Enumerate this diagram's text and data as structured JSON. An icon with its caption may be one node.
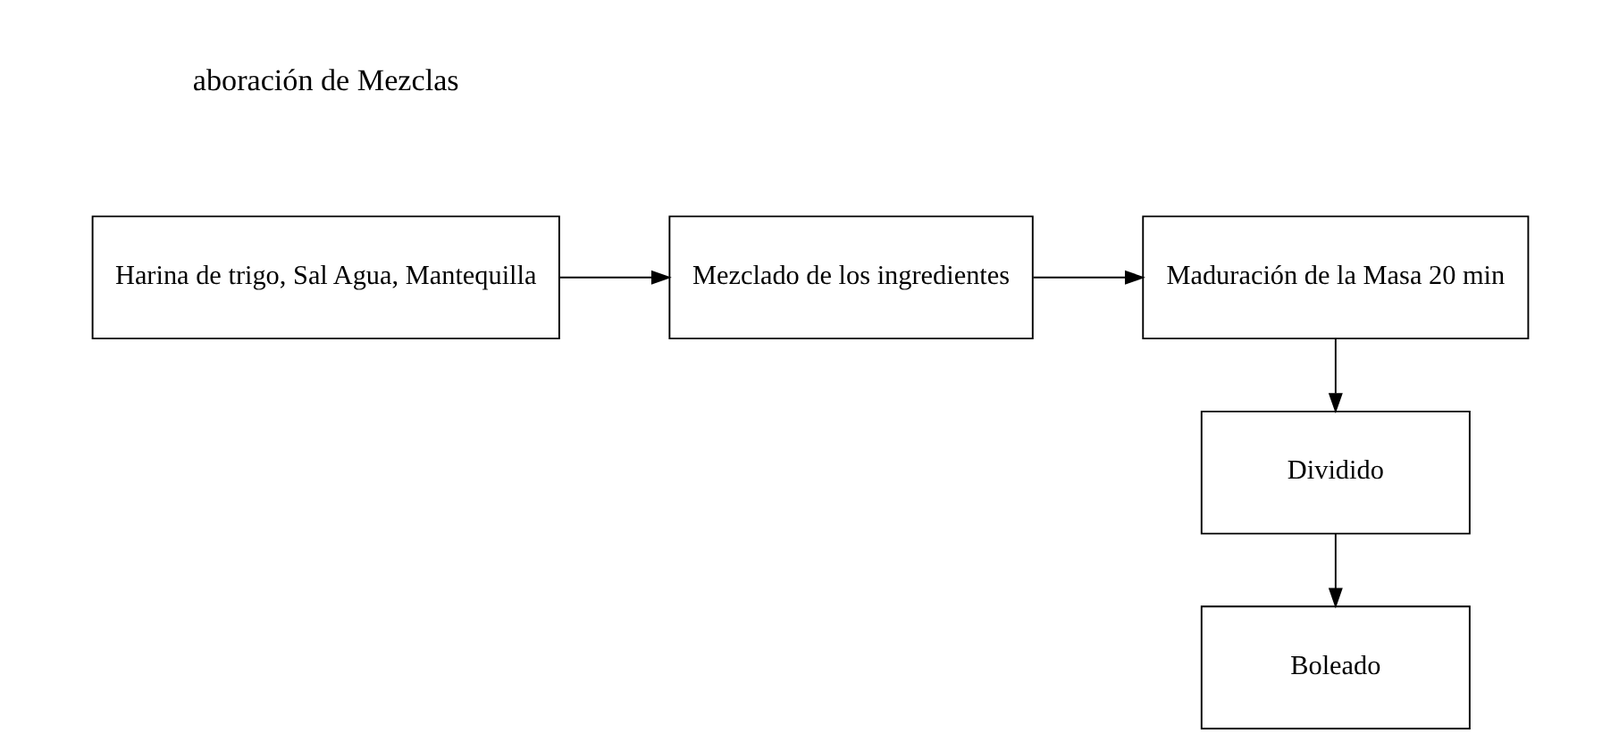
{
  "diagram": {
    "nodes": [
      {
        "text": [
          "Harina de trigo, Sal Agua, Mantequilla"
        ]
      },
      {
        "text": [
          "Mezclado de los ingredientes"
        ]
      },
      {
        "text": [
          "Maduración de la Masa 20 min"
        ]
      },
      {
        "text": [
          "Dividido"
        ]
      },
      {
        "text": [
          "Boleado"
        ]
      }
    ],
    "edges": [
      {
        "from": 0,
        "to": 1,
        "arrow": "to"
      },
      {
        "from": 1,
        "to": 2,
        "arrow": "to"
      },
      {
        "from": 2,
        "to": 3,
        "arrow": "to"
      },
      {
        "from": 3,
        "to": 4,
        "arrow": "to"
      }
    ],
    "labels": [
      "aboración de Mezclas"
    ]
  }
}
